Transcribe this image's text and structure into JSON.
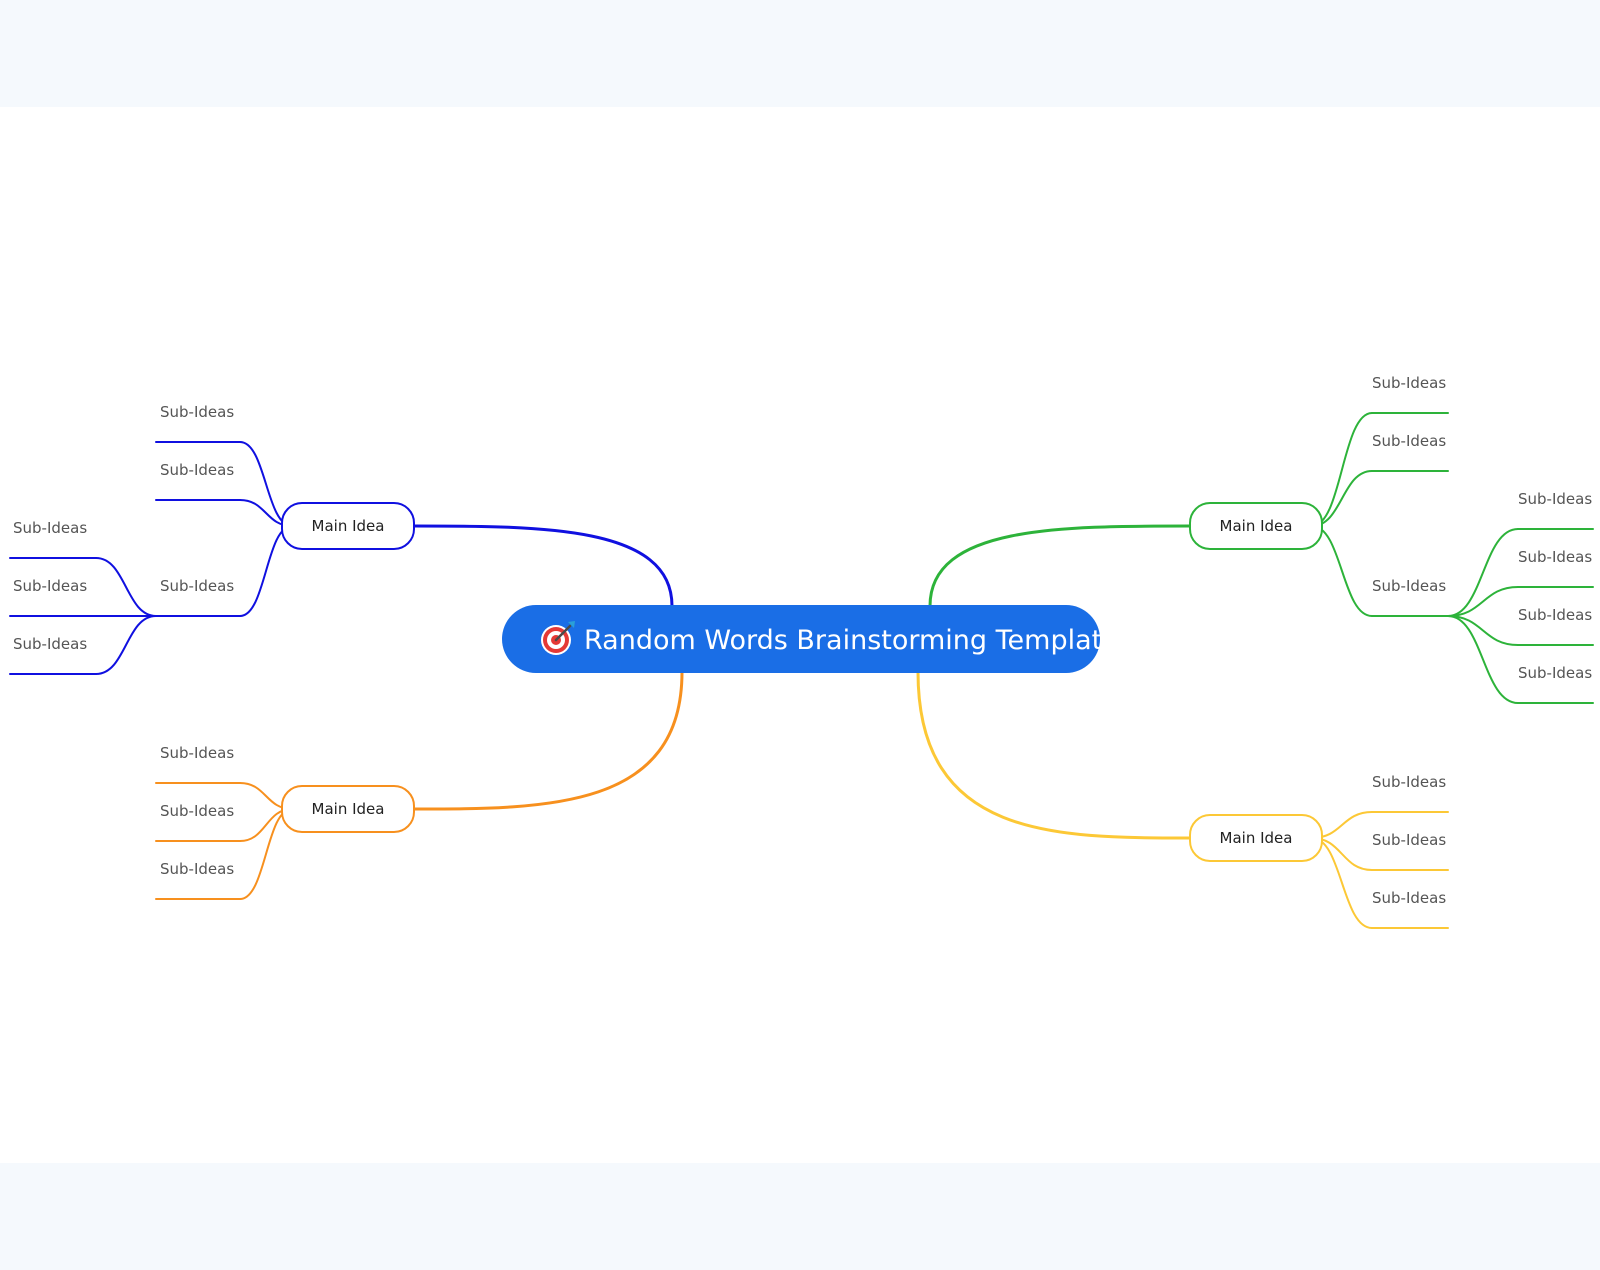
{
  "colors": {
    "band": "#f5f9fd",
    "root": "#1a6ee6",
    "blue": "#1010e0",
    "orange": "#f7901e",
    "green": "#2db33a",
    "yellow": "#fcc836"
  },
  "root": {
    "icon": "target-icon",
    "label": "Random Words Brainstorming Template"
  },
  "branches": [
    {
      "id": "blue",
      "color_key": "blue",
      "label": "Main Idea",
      "subs": [
        {
          "label": "Sub-Ideas",
          "children": []
        },
        {
          "label": "Sub-Ideas",
          "children": []
        },
        {
          "label": "Sub-Ideas",
          "children": [
            {
              "label": "Sub-Ideas"
            },
            {
              "label": "Sub-Ideas"
            },
            {
              "label": "Sub-Ideas"
            }
          ]
        }
      ]
    },
    {
      "id": "orange",
      "color_key": "orange",
      "label": "Main Idea",
      "subs": [
        {
          "label": "Sub-Ideas",
          "children": []
        },
        {
          "label": "Sub-Ideas",
          "children": []
        },
        {
          "label": "Sub-Ideas",
          "children": []
        }
      ]
    },
    {
      "id": "green",
      "color_key": "green",
      "label": "Main Idea",
      "subs": [
        {
          "label": "Sub-Ideas",
          "children": []
        },
        {
          "label": "Sub-Ideas",
          "children": []
        },
        {
          "label": "Sub-Ideas",
          "children": [
            {
              "label": "Sub-Ideas"
            },
            {
              "label": "Sub-Ideas"
            },
            {
              "label": "Sub-Ideas"
            },
            {
              "label": "Sub-Ideas"
            }
          ]
        }
      ]
    },
    {
      "id": "yellow",
      "color_key": "yellow",
      "label": "Main Idea",
      "subs": [
        {
          "label": "Sub-Ideas",
          "children": []
        },
        {
          "label": "Sub-Ideas",
          "children": []
        },
        {
          "label": "Sub-Ideas",
          "children": []
        }
      ]
    }
  ]
}
